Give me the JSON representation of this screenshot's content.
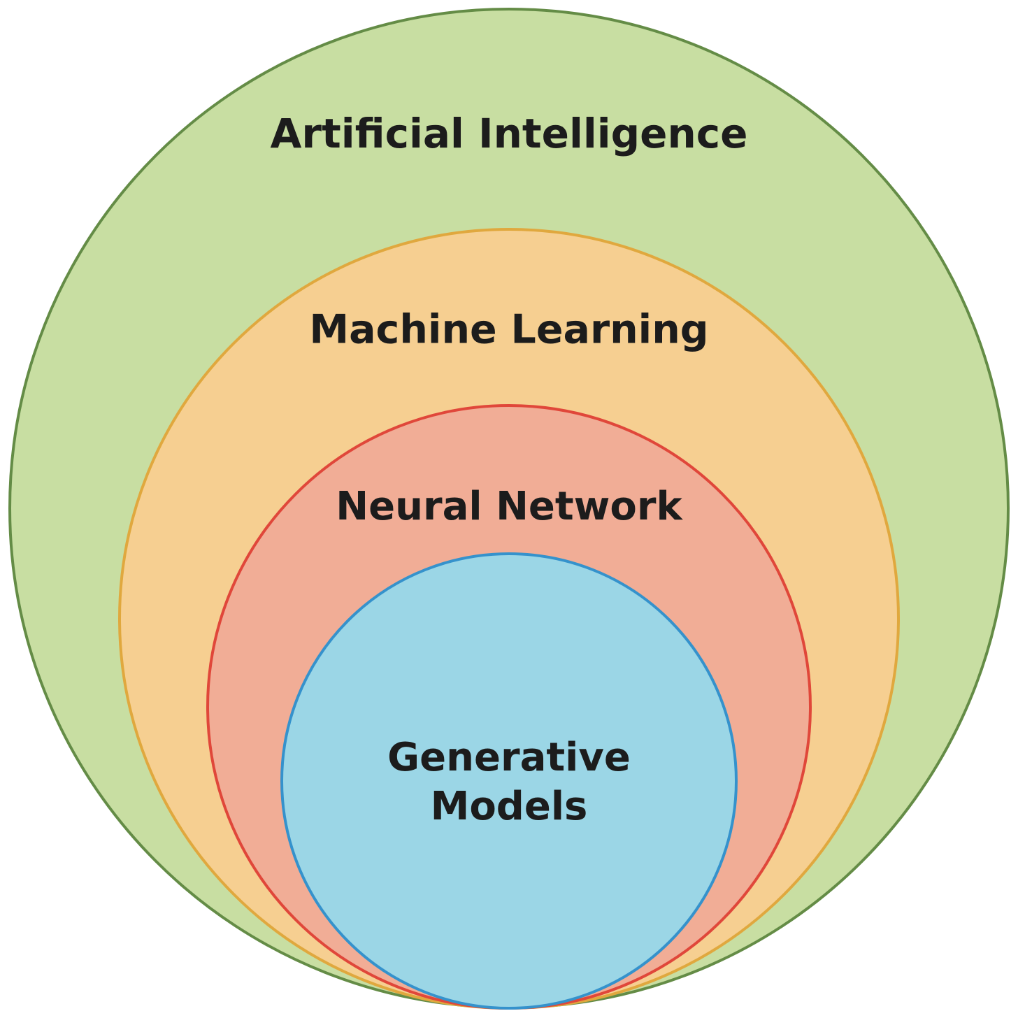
{
  "diagram": {
    "type": "nested-circles",
    "layers": [
      {
        "id": "ai",
        "label_lines": [
          "Artificial Intelligence"
        ],
        "fill": "#c8dea2",
        "stroke": "#648c46"
      },
      {
        "id": "ml",
        "label_lines": [
          "Machine Learning"
        ],
        "fill": "#f6cf91",
        "stroke": "#e0a83e"
      },
      {
        "id": "nn",
        "label_lines": [
          "Neural Network"
        ],
        "fill": "#f1ad96",
        "stroke": "#e0473a"
      },
      {
        "id": "gm",
        "label_lines": [
          "Generative",
          "Models"
        ],
        "fill": "#9bd6e6",
        "stroke": "#3592cc"
      }
    ]
  }
}
